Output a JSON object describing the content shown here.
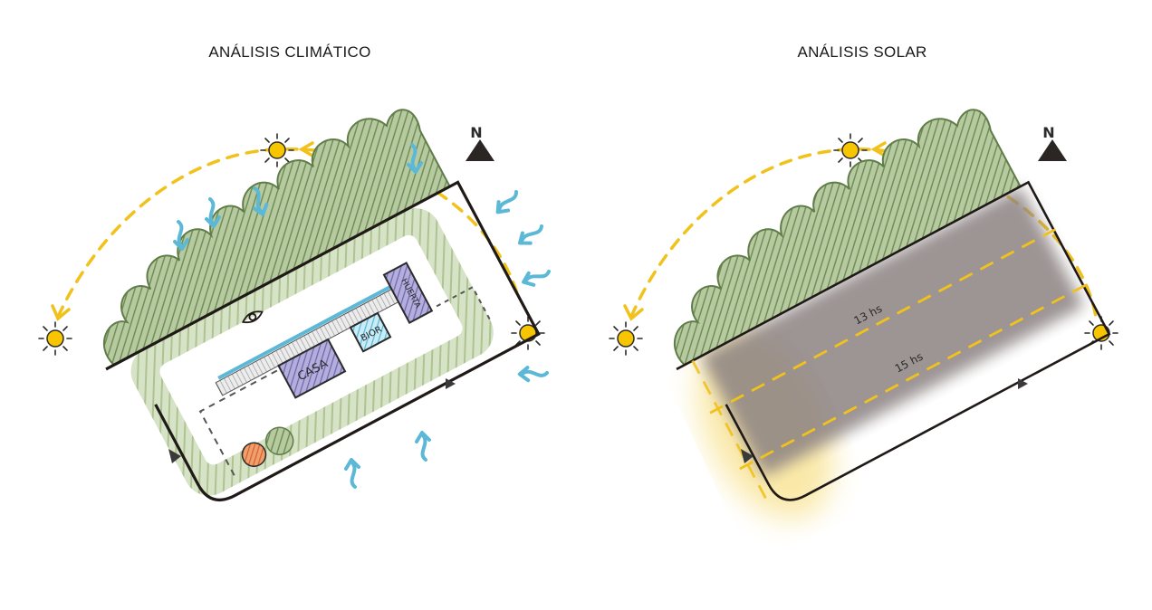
{
  "left_panel": {
    "title": "ANÁLISIS CLIMÁTICO",
    "labels": {
      "casa": "CASA",
      "bior": "BIOR",
      "huerta": "HUERTA"
    },
    "north": "N"
  },
  "right_panel": {
    "title": "ANÁLISIS SOLAR",
    "labels": {
      "hours_1": "13 hs",
      "hours_2": "15 hs"
    },
    "north": "N"
  },
  "colors": {
    "sun": "#f7c600",
    "sun_path": "#f1c21b",
    "wind": "#5bb8d6",
    "vegetation": "#6f8f55",
    "vegetation_light": "#a9c08c",
    "outline": "#1f1a17",
    "casa_fill": "#7a73b5",
    "bior_fill": "#6fc3dc",
    "tree": "#e0733a",
    "shadow": "#8c8282",
    "sunlight": "#f9e7a3"
  },
  "icons": [
    "sun-icon",
    "north-arrow-icon",
    "wind-arrow-icon",
    "eye-icon",
    "tree-icon",
    "access-arrow-icon"
  ]
}
